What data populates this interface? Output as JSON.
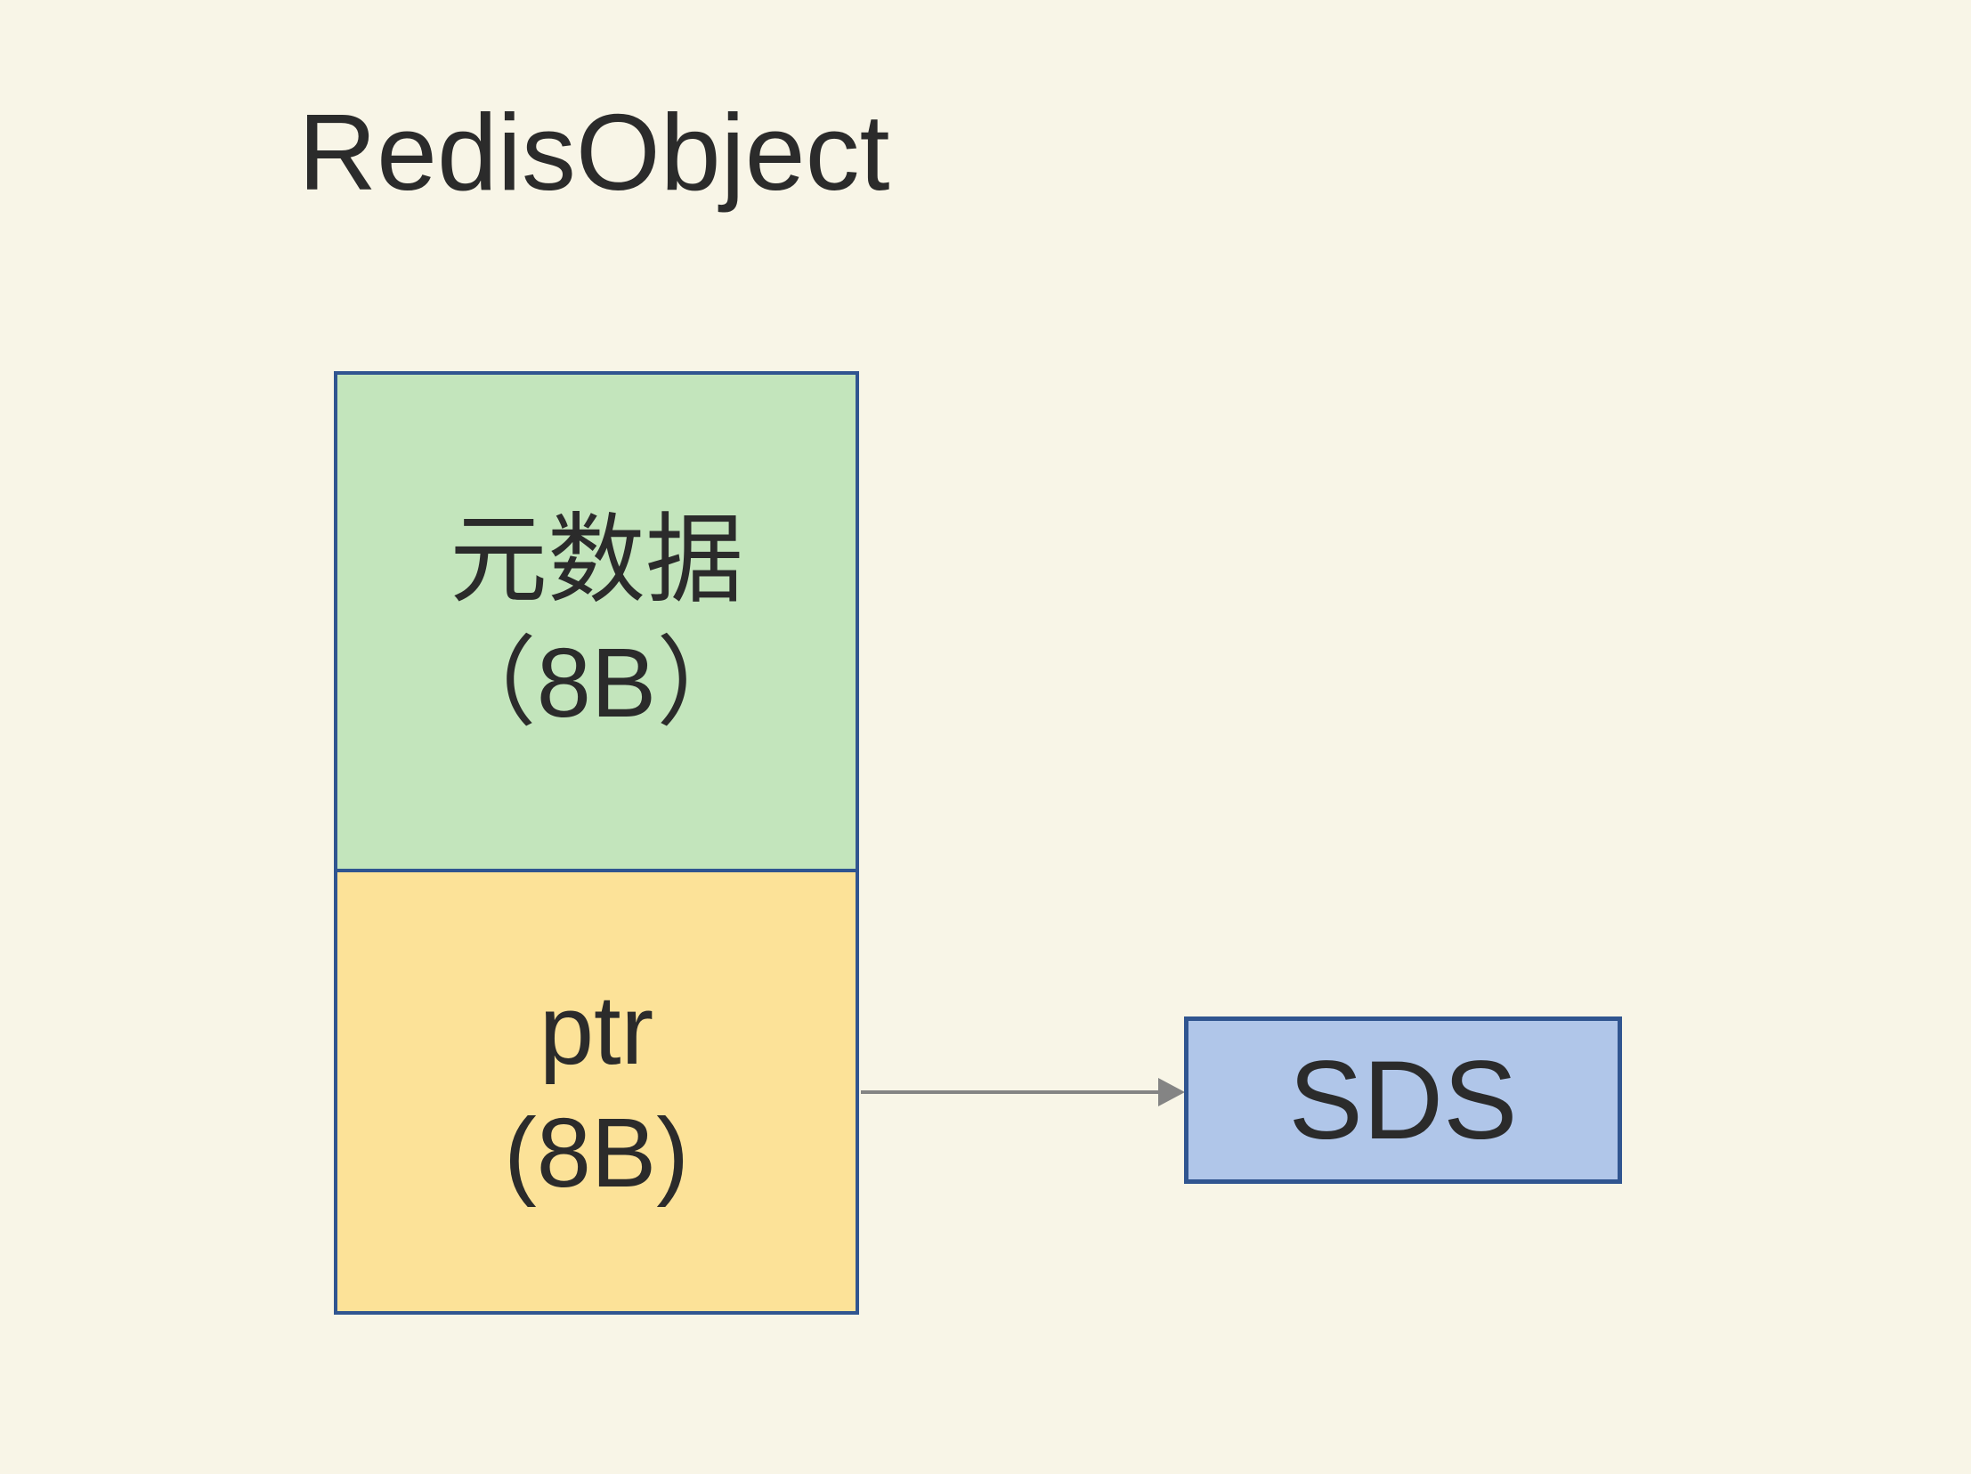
{
  "title": "RedisObject",
  "redis_object": {
    "cells": [
      {
        "name": "metadata",
        "label": "元数据",
        "size": "（8B）"
      },
      {
        "name": "pointer",
        "label": "ptr",
        "size": "(8B)"
      }
    ]
  },
  "sds": {
    "label": "SDS"
  },
  "arrow": {
    "from": "ptr",
    "to": "SDS"
  },
  "colors": {
    "background": "#F8F5E7",
    "box_border": "#305590",
    "metadata_fill": "#C3E5BC",
    "ptr_fill": "#FCE298",
    "sds_fill": "#B0C6E9",
    "arrow": "#848484",
    "text": "#2B2B2B"
  }
}
